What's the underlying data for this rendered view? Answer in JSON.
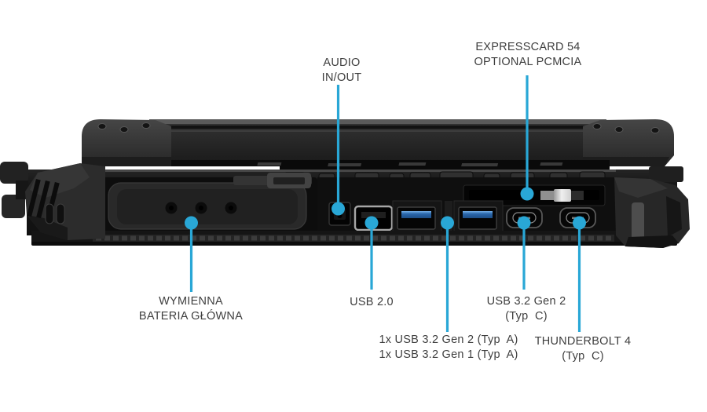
{
  "figure": {
    "type": "product-port-callout-diagram",
    "device_description": "rugged laptop, right-side port view",
    "background_color": "#ffffff",
    "accent_color": "#29a7d6",
    "label_text_color": "#3e3e3e"
  },
  "callouts": [
    {
      "id": "audio",
      "label": "AUDIO\nIN/OUT"
    },
    {
      "id": "expresscard",
      "label": "EXPRESSCARD 54\nOPTIONAL PCMCIA"
    },
    {
      "id": "battery",
      "label": "WYMIENNA\nBATERIA GŁÓWNA"
    },
    {
      "id": "usb2",
      "label": "USB 2.0"
    },
    {
      "id": "usb32_typ_a",
      "label": "1x USB 3.2 Gen 2 (Typ  A)\n1x USB 3.2 Gen 1 (Typ  A)"
    },
    {
      "id": "usb32_typ_c",
      "label": "USB 3.2 Gen 2\n(Typ  C)"
    },
    {
      "id": "thunderbolt4",
      "label": "THUNDERBOLT 4\n(Typ  C)"
    }
  ]
}
